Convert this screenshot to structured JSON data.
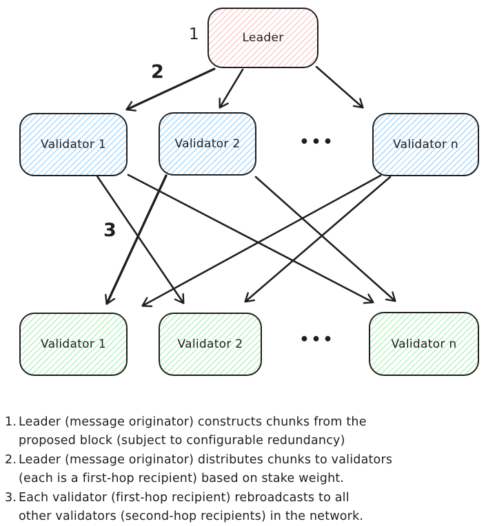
{
  "diagram": {
    "title_hint": "Leader-to-validators chunk broadcast diagram",
    "leader_label": "Leader",
    "annotations": {
      "step1": "1",
      "step2": "2",
      "step3": "3"
    },
    "first_hop": {
      "v1": "Validator 1",
      "v2": "Validator 2",
      "vn": "Validator n",
      "ellipsis": "•••"
    },
    "second_hop": {
      "v1": "Validator 1",
      "v2": "Validator 2",
      "vn": "Validator n",
      "ellipsis": "•••"
    },
    "colors": {
      "stroke": "#1e1e1e",
      "leader_hatch": "#ffc9c9",
      "first_hop_hatch": "#a5d8ff",
      "second_hop_hatch": "#b2f2bb",
      "background": "#ffffff"
    }
  },
  "notes": {
    "item1": {
      "num": "1.",
      "line1": "Leader (message originator) constructs chunks from the",
      "line2": "proposed block (subject to configurable redundancy)"
    },
    "item2": {
      "num": "2.",
      "line1": "Leader (message originator) distributes chunks to validators",
      "line2": "(each is a first-hop recipient) based on stake weight."
    },
    "item3": {
      "num": "3.",
      "line1": "Each validator (first-hop recipient) rebroadcasts to all",
      "line2": "other validators (second-hop recipients) in the network."
    }
  }
}
